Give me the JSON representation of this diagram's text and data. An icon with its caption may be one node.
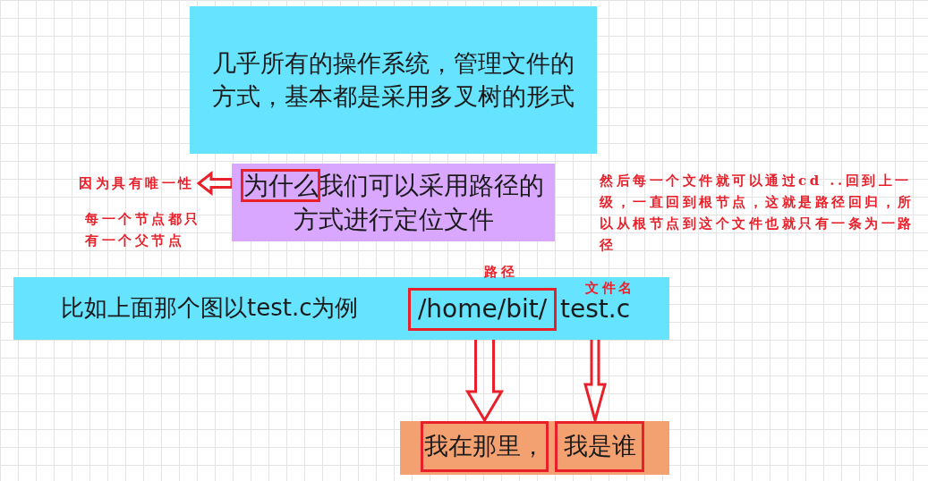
{
  "diagram": {
    "nodes": [
      {
        "text": [
          "几乎所有的操作系统，管理文件的方式，基本都是采用多叉树的形式"
        ]
      },
      {
        "text": [
          "为什么我们可以采用路径的方式进行定位文件"
        ]
      },
      {
        "text": [
          "因为具有唯一性"
        ]
      },
      {
        "text": [
          "比如上面那个图以test.c为例"
        ]
      },
      {
        "text": [
          "/home/bit/"
        ],
        "in": 3,
        "beside": [
          "路径"
        ]
      },
      {
        "text": [
          "test.c"
        ],
        "in": 3,
        "beside": [
          "文件名"
        ]
      },
      {
        "text": [],
        "shape": "bar"
      },
      {
        "text": [
          "我在那里，"
        ],
        "in": 6
      },
      {
        "text": [
          "我是谁"
        ],
        "in": 6
      }
    ],
    "edges": [
      {
        "from": 1,
        "to": 2,
        "arrow": "to"
      },
      {
        "from": 4,
        "to": 7,
        "arrow": "to"
      },
      {
        "from": 5,
        "to": 8,
        "arrow": "to"
      }
    ],
    "labels": [
      "每一个节点都只有一个父节点",
      "然后每一个文件就可以通过cd ..回到上一级，一直回到根节点，这就是路径回归，所以从根节点到这个文件也就只有一条为一路径"
    ]
  }
}
